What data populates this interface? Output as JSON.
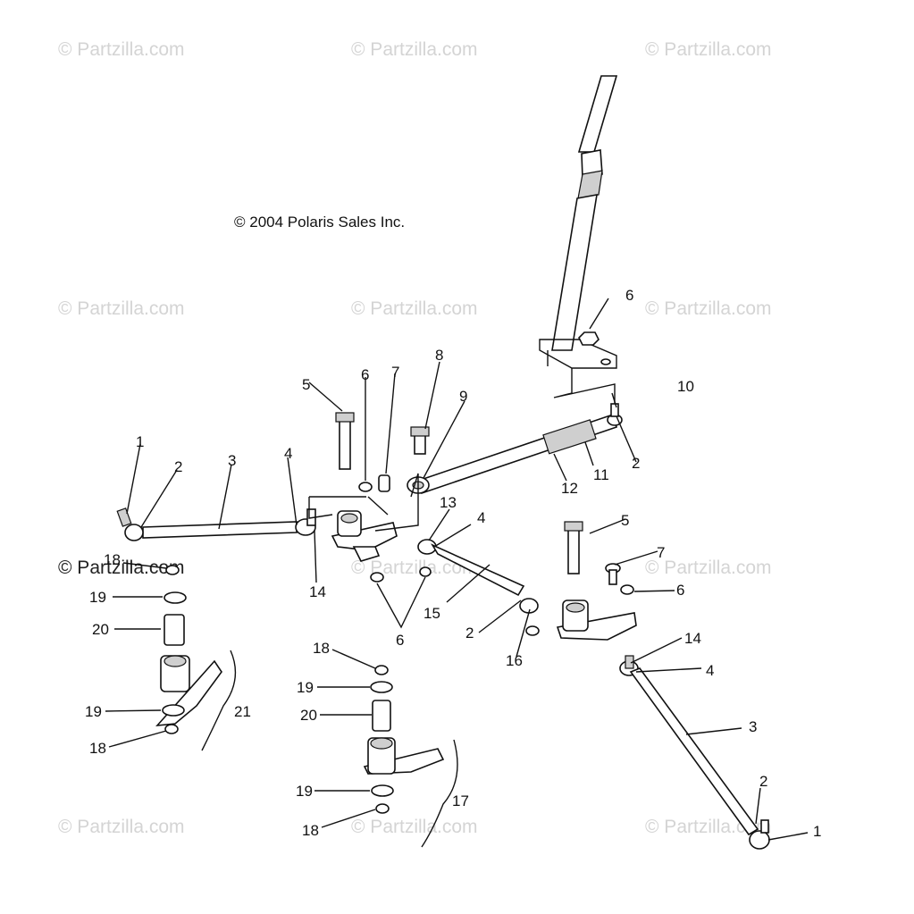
{
  "copyright": "© 2004 Polaris Sales Inc.",
  "watermark": "© Partzilla.com",
  "callouts": {
    "c1a": "1",
    "c2a": "2",
    "c3a": "3",
    "c4a": "4",
    "c5a": "5",
    "c6a": "6",
    "c7a": "7",
    "c8": "8",
    "c9": "9",
    "c10": "10",
    "c2b": "2",
    "c11": "11",
    "c12": "12",
    "c6top": "6",
    "c13": "13",
    "c4b": "4",
    "c14a": "14",
    "c15": "15",
    "c2c": "2",
    "c16": "16",
    "c6b": "6",
    "c5b": "5",
    "c7b": "7",
    "c6c": "6",
    "c14b": "14",
    "c4c": "4",
    "c3b": "3",
    "c2d": "2",
    "c1b": "1",
    "c18a": "18",
    "c19a": "19",
    "c20a": "20",
    "c19b": "19",
    "c18b": "18",
    "c21": "21",
    "c18c": "18",
    "c19c": "19",
    "c20b": "20",
    "c19d": "19",
    "c18d": "18",
    "c17": "17"
  }
}
